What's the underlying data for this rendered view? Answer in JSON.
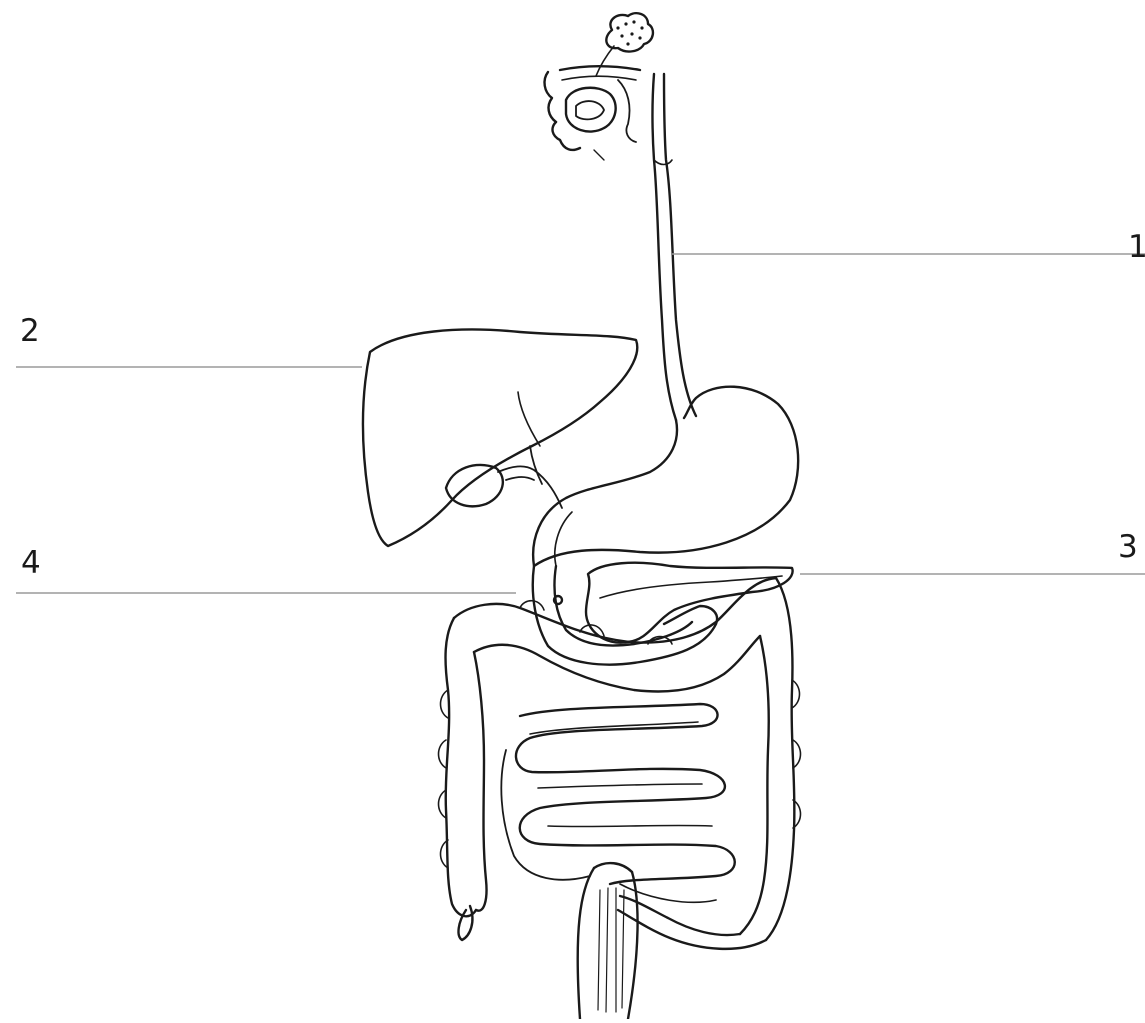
{
  "diagram": {
    "labels": [
      {
        "id": "1",
        "text": "1",
        "organ_line": "esophagus"
      },
      {
        "id": "2",
        "text": "2",
        "organ_line": "liver"
      },
      {
        "id": "3",
        "text": "3",
        "organ_line": "pancreas"
      },
      {
        "id": "4",
        "text": "4",
        "organ_line": "duodenum"
      }
    ]
  },
  "colors": {
    "line_art": "#1a1a1a",
    "leader_line": "#9a9a9a",
    "background": "#ffffff"
  }
}
